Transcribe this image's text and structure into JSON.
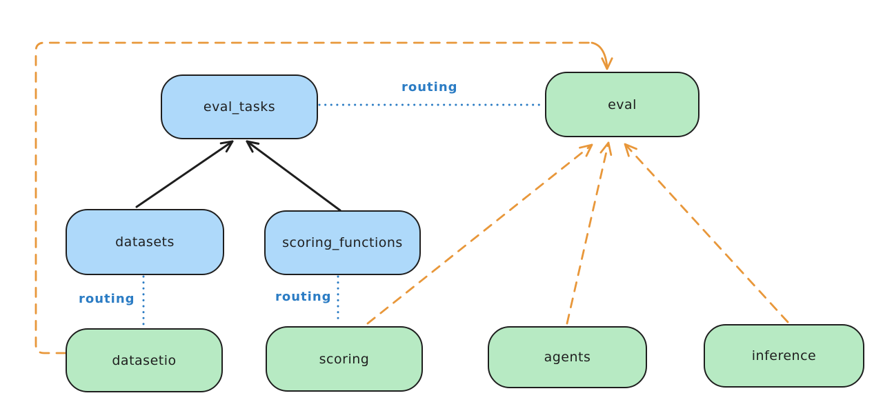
{
  "colors": {
    "background": "#ffffff",
    "node_stroke": "#1e1e1e",
    "blue_fill": "#aed9fa",
    "green_fill": "#b7eac3",
    "routing_blue": "#2b7cc4",
    "orange": "#e8973a",
    "black_arrow": "#1e1e1e"
  },
  "nodes": {
    "eval_tasks": {
      "label": "eval_tasks",
      "fill": "#aed9fa"
    },
    "eval": {
      "label": "eval",
      "fill": "#b7eac3"
    },
    "datasets": {
      "label": "datasets",
      "fill": "#aed9fa"
    },
    "scoring_functions": {
      "label": "scoring_functions",
      "fill": "#aed9fa"
    },
    "datasetio": {
      "label": "datasetio",
      "fill": "#b7eac3"
    },
    "scoring": {
      "label": "scoring",
      "fill": "#b7eac3"
    },
    "agents": {
      "label": "agents",
      "fill": "#b7eac3"
    },
    "inference": {
      "label": "inference",
      "fill": "#b7eac3"
    }
  },
  "edges": [
    {
      "from": "eval_tasks",
      "to": "eval",
      "line": "dotted",
      "arrow": false,
      "color": "#2b7cc4",
      "label": "routing"
    },
    {
      "from": "datasets",
      "to": "datasetio",
      "line": "dotted",
      "arrow": false,
      "color": "#2b7cc4",
      "label": "routing"
    },
    {
      "from": "scoring_functions",
      "to": "scoring",
      "line": "dotted",
      "arrow": false,
      "color": "#2b7cc4",
      "label": "routing"
    },
    {
      "from": "datasets",
      "to": "eval_tasks",
      "line": "solid",
      "arrow": true,
      "color": "#1e1e1e"
    },
    {
      "from": "scoring_functions",
      "to": "eval_tasks",
      "line": "solid",
      "arrow": true,
      "color": "#1e1e1e"
    },
    {
      "from": "datasetio",
      "to": "eval",
      "line": "dashed",
      "arrow": true,
      "color": "#e8973a"
    },
    {
      "from": "scoring",
      "to": "eval",
      "line": "dashed",
      "arrow": true,
      "color": "#e8973a"
    },
    {
      "from": "agents",
      "to": "eval",
      "line": "dashed",
      "arrow": true,
      "color": "#e8973a"
    },
    {
      "from": "inference",
      "to": "eval",
      "line": "dashed",
      "arrow": true,
      "color": "#e8973a"
    }
  ]
}
